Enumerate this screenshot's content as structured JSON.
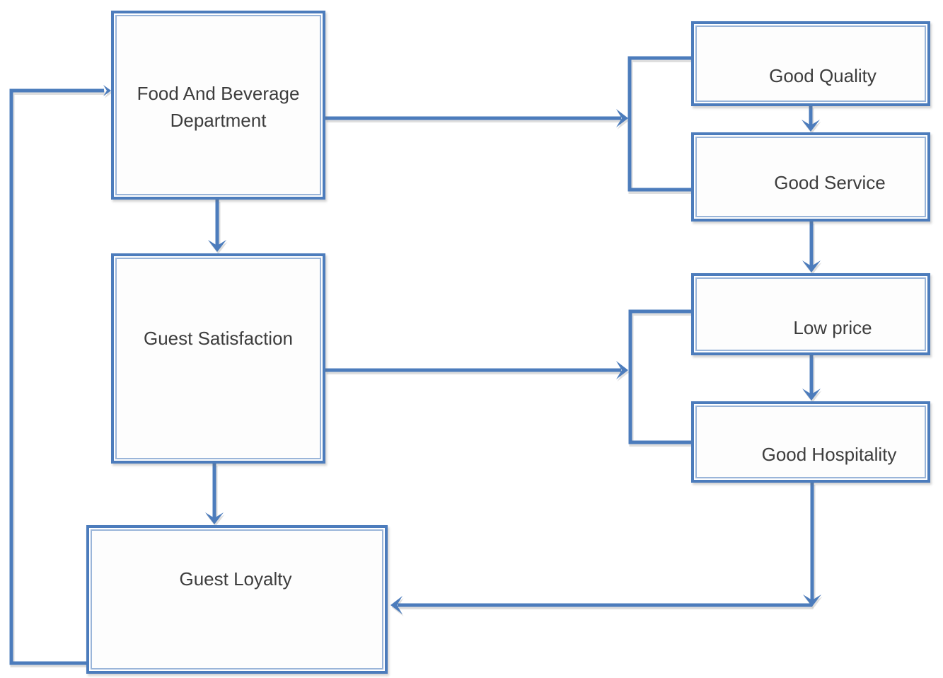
{
  "diagram": {
    "nodes": {
      "food_and_beverage_department": {
        "label": "Food And Beverage Department",
        "lines": [
          "Food And Beverage",
          "Department"
        ]
      },
      "guest_satisfaction": {
        "label": "Guest Satisfaction"
      },
      "guest_loyalty": {
        "label": "Guest Loyalty"
      },
      "good_quality": {
        "label": "Good Quality"
      },
      "good_service": {
        "label": "Good Service"
      },
      "low_price": {
        "label": "Low price"
      },
      "good_hospitality": {
        "label": "Good Hospitality"
      }
    },
    "edges": [
      {
        "from": "food_and_beverage_department",
        "to": "good_quality"
      },
      {
        "from": "food_and_beverage_department",
        "to": "good_service"
      },
      {
        "from": "good_quality",
        "to": "good_service"
      },
      {
        "from": "good_service",
        "to": "low_price"
      },
      {
        "from": "food_and_beverage_department",
        "to": "guest_satisfaction"
      },
      {
        "from": "guest_satisfaction",
        "to": "low_price"
      },
      {
        "from": "guest_satisfaction",
        "to": "good_hospitality"
      },
      {
        "from": "low_price",
        "to": "good_hospitality"
      },
      {
        "from": "good_hospitality",
        "to": "guest_loyalty"
      },
      {
        "from": "guest_satisfaction",
        "to": "guest_loyalty"
      },
      {
        "from": "guest_loyalty",
        "to": "food_and_beverage_department"
      }
    ],
    "colors": {
      "connector": "#4c7cbc",
      "box_border": "#4c7cbc",
      "box_inner_border": "#9ab5d9",
      "text": "#3d3d3d",
      "background": "#ffffff"
    }
  }
}
